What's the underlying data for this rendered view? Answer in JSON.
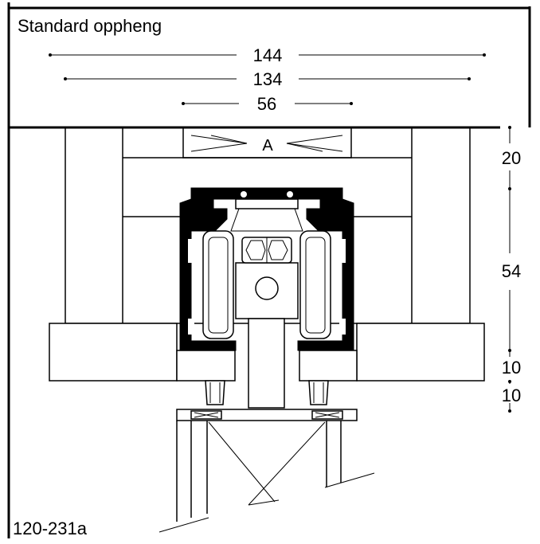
{
  "title": "Standard oppheng",
  "drawing_code": "120-231a",
  "label_a": "A",
  "dimensions": {
    "horizontal": [
      "144",
      "134",
      "56"
    ],
    "vertical": [
      "20",
      "54",
      "10",
      "10"
    ]
  }
}
